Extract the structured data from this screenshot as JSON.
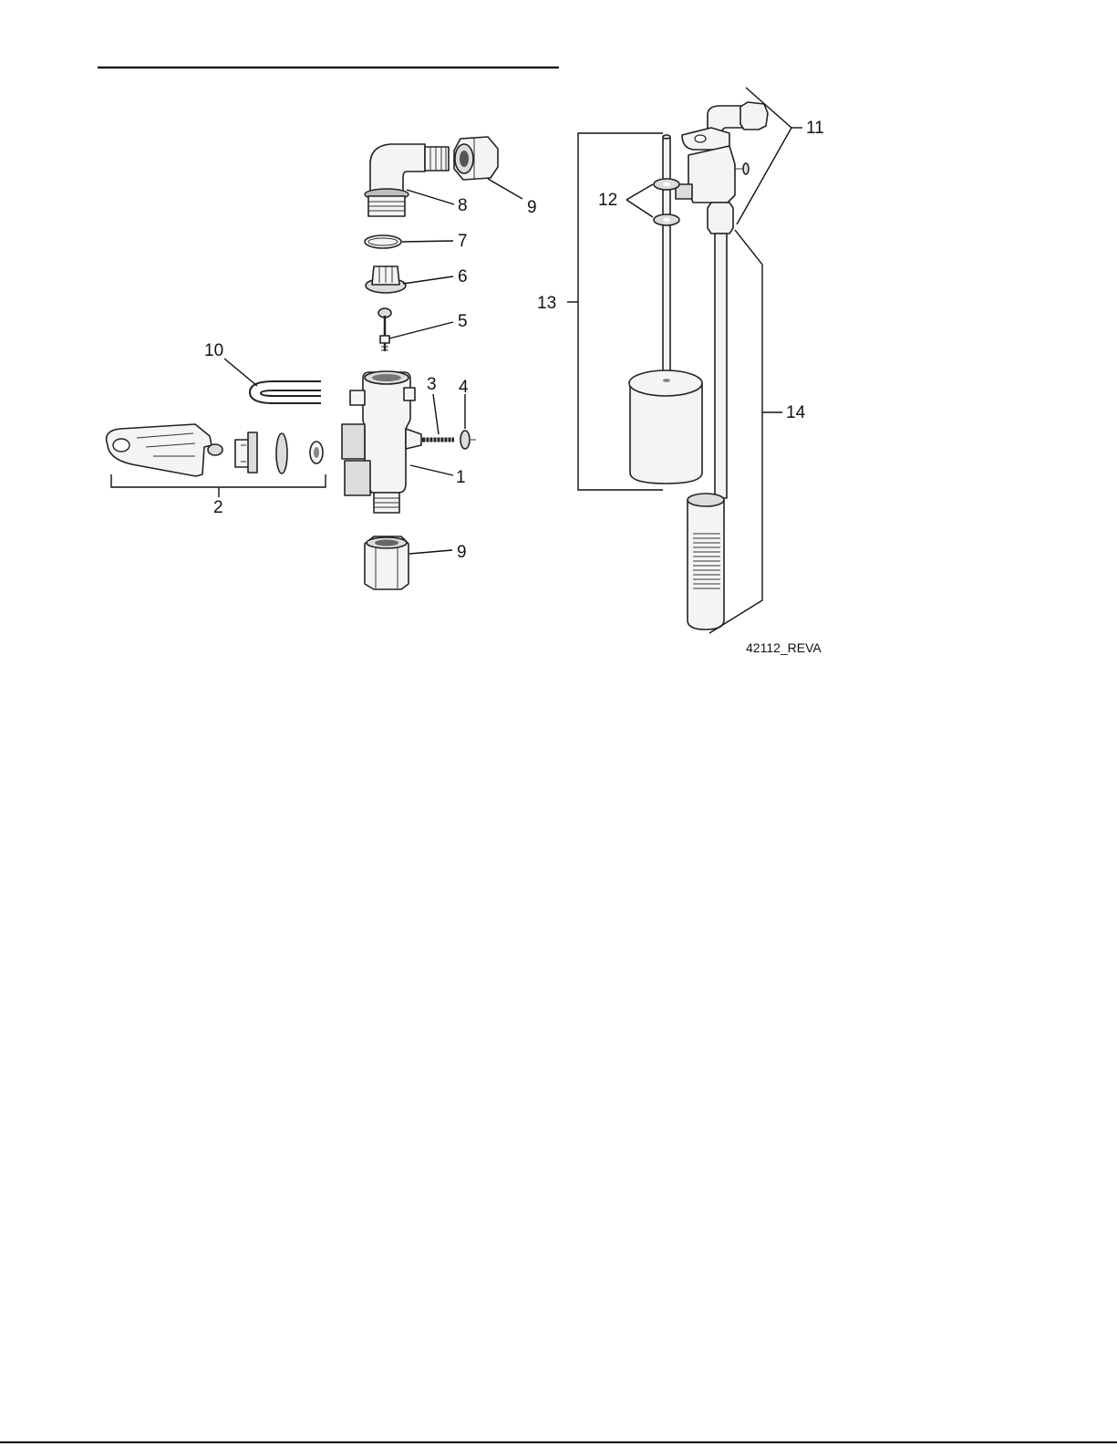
{
  "figure": {
    "reference_code": "42112_REVA",
    "callouts": {
      "c1": "1",
      "c2": "2",
      "c3": "3",
      "c4": "4",
      "c5": "5",
      "c6": "6",
      "c7": "7",
      "c8": "8",
      "c9_top": "9",
      "c9_bottom": "9",
      "c10": "10",
      "c11": "11",
      "c12": "12",
      "c13": "13",
      "c14": "14"
    }
  }
}
